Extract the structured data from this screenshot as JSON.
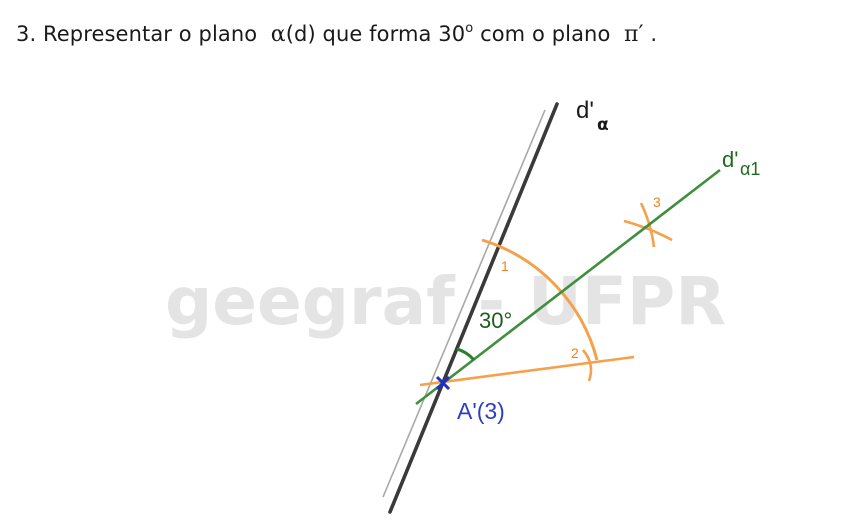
{
  "heading": {
    "number": "3.",
    "before_alpha": "Representar o plano",
    "alpha": "α",
    "after_alpha": "(d) que forma 30",
    "degree": "o",
    "after_degree": "com o plano",
    "pi": "π′",
    "period": "."
  },
  "watermark": "geegraf - UFPR",
  "labels": {
    "trace_alpha_main": "d'",
    "trace_alpha_sub": "α",
    "trace_alpha1_main": "d'",
    "trace_alpha1_sub": "α1",
    "angle": "30°",
    "arc_point_1": "1",
    "arc_point_2": "2",
    "arc_point_3": "3",
    "point_a": "A'(3)"
  },
  "colors": {
    "trace_line": "#3a3a3a",
    "trace_shadow": "#a8a8a8",
    "construction_green": "#3f8f3f",
    "construction_orange": "#f5a04a",
    "point_marker": "#1f2fc8",
    "watermark": "#e4e4e4"
  }
}
